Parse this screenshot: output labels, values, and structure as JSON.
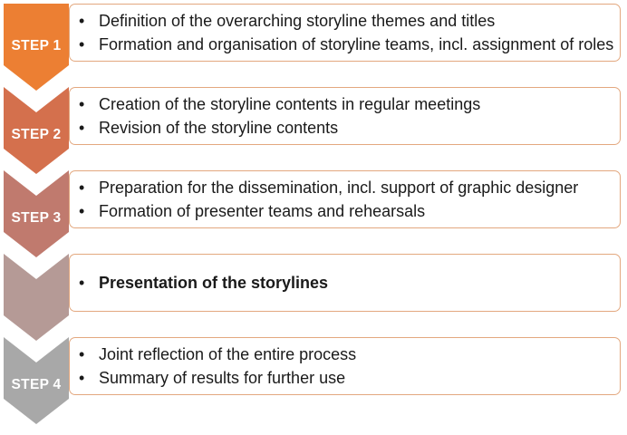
{
  "steps": [
    {
      "label": "STEP 1",
      "color": "#ec7f33",
      "bullets": [
        "Definition of the overarching storyline themes and titles",
        "Formation and organisation of storyline teams, incl. assignment of roles"
      ],
      "bold": false
    },
    {
      "label": "STEP 2",
      "color": "#d4704d",
      "bullets": [
        "Creation of the storyline contents in regular meetings",
        "Revision of the storyline contents"
      ],
      "bold": false
    },
    {
      "label": "STEP 3",
      "color": "#c07a6e",
      "bullets": [
        "Preparation for the dissemination, incl. support of graphic designer",
        "Formation of presenter teams and rehearsals"
      ],
      "bold": false
    },
    {
      "label": "",
      "color": "#b59a96",
      "bullets": [
        "Presentation of the storylines"
      ],
      "bold": true
    },
    {
      "label": "STEP 4",
      "color": "#a8a8a8",
      "bullets": [
        "Joint reflection of the entire process",
        "Summary of results for further use"
      ],
      "bold": false
    }
  ],
  "bullet_char": "•"
}
